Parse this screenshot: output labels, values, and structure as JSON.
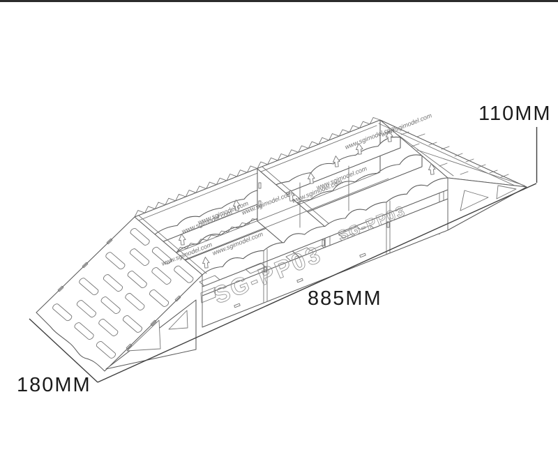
{
  "window": {
    "top_bar_color": "#2c2c2c",
    "background_color": "#ffffff"
  },
  "drawing": {
    "product_code": "SG-PP03",
    "watermark_url_text": "www.sgimodel.com",
    "dimensions": {
      "height_label": "110MM",
      "length_label": "885MM",
      "width_label": "180MM"
    },
    "style": {
      "line_color": "#757575",
      "outline_color": "#5a5a5a",
      "dimension_line_color": "#3f3f3f",
      "label_color": "#1b1b1b",
      "engraving_color": "#949494",
      "watermark_color": "#6e6e6e"
    }
  }
}
